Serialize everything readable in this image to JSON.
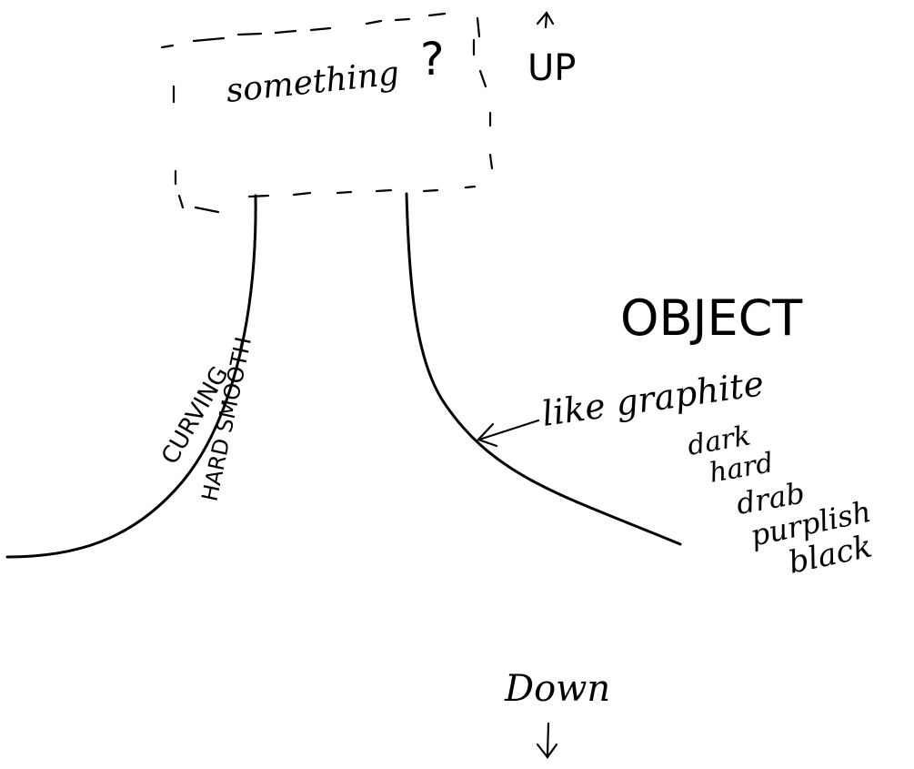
{
  "diagram": {
    "box_label": "something",
    "box_question_mark": "?",
    "up_label": "UP",
    "object_label": "OBJECT",
    "curve_label_1": "CURVING",
    "curve_label_2": "HARD SMOOTH",
    "material_label": "like graphite",
    "color_words": [
      "dark",
      "hard",
      "drab",
      "purplish",
      "black"
    ],
    "down_label": "Down",
    "ink_color": "#000000",
    "background_color": "#ffffff"
  }
}
